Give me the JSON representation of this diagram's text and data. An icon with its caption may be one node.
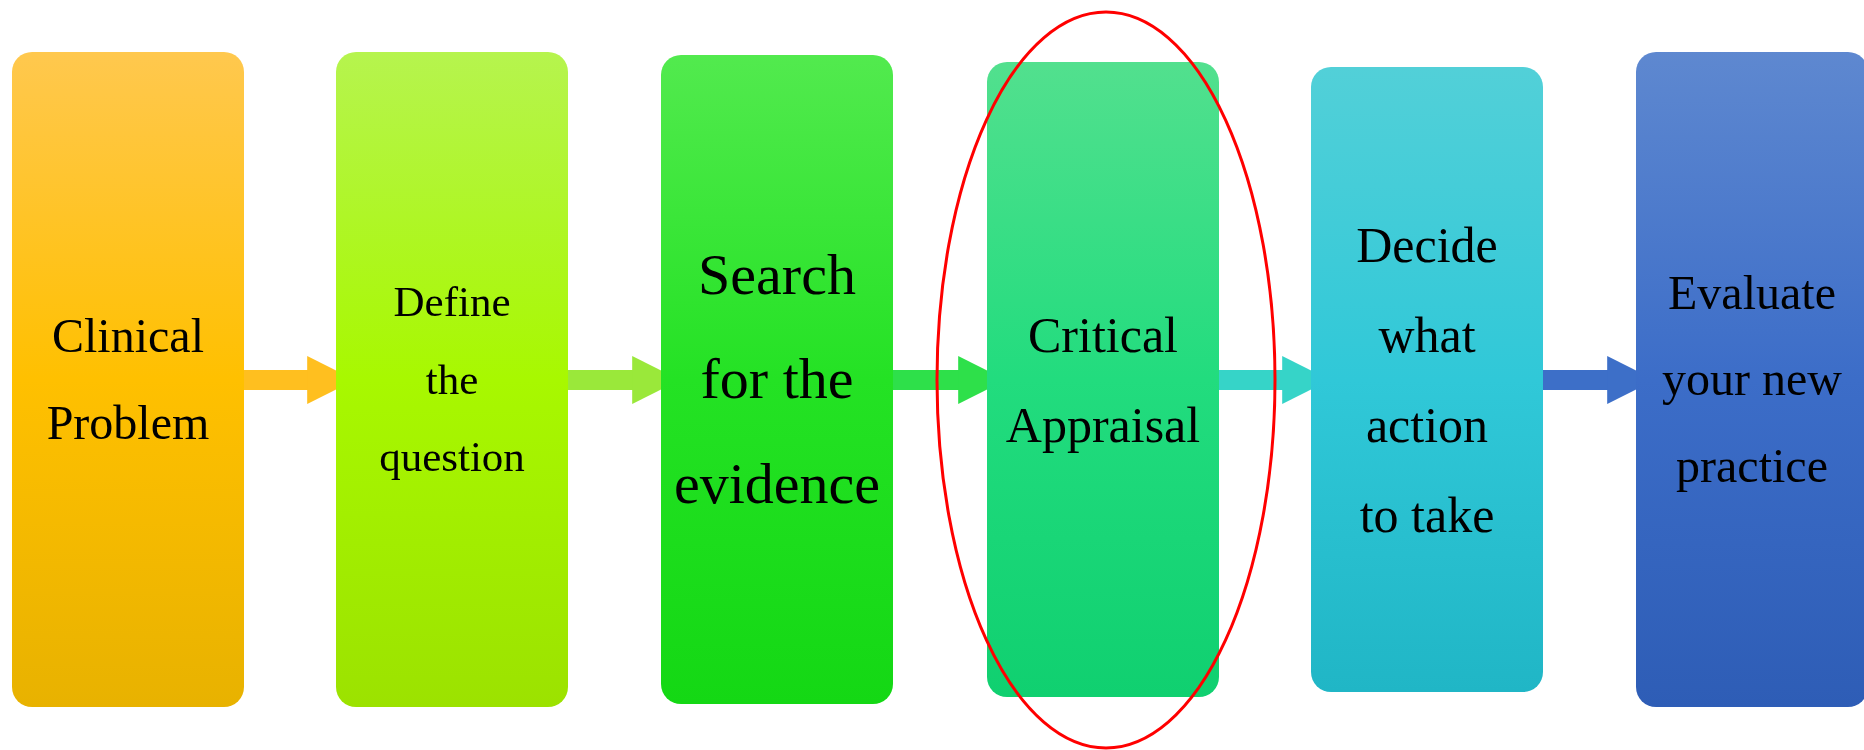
{
  "diagram": {
    "nodes": [
      {
        "text": [
          "Clinical Problem"
        ]
      },
      {
        "text": [
          "Define the question"
        ]
      },
      {
        "text": [
          "Search for the evidence"
        ]
      },
      {
        "text": [
          "Critical Appraisal"
        ]
      },
      {
        "text": [
          "Decide what action to take"
        ]
      },
      {
        "text": [
          "Evaluate your new practice"
        ]
      }
    ],
    "edges": [
      {
        "from": 0,
        "to": 1,
        "arrow": "to",
        "color": "#ffbf1f"
      },
      {
        "from": 1,
        "to": 2,
        "arrow": "to",
        "color": "#9ae83a"
      },
      {
        "from": 2,
        "to": 3,
        "arrow": "to",
        "color": "#2ee04a"
      },
      {
        "from": 3,
        "to": 4,
        "arrow": "to",
        "color": "#36d4c8"
      },
      {
        "from": 4,
        "to": 5,
        "arrow": "to",
        "color": "#3d6fc8"
      }
    ]
  }
}
